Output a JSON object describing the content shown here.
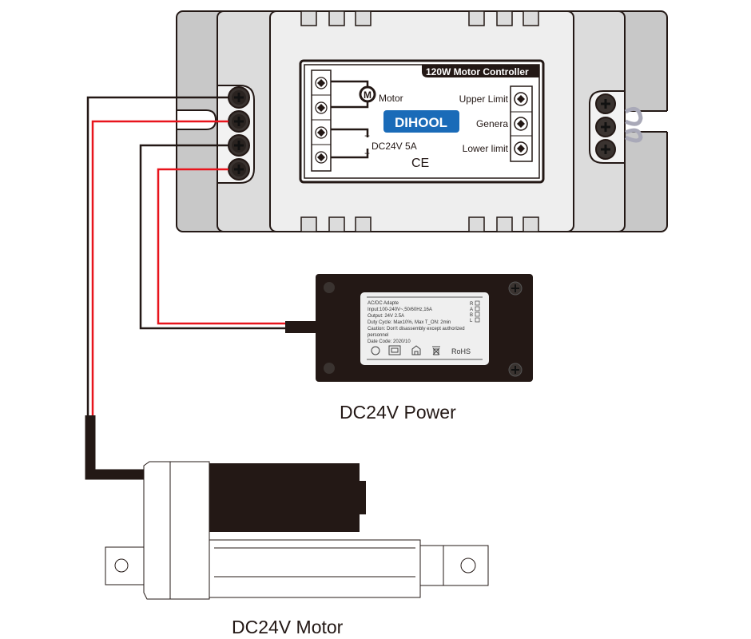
{
  "controller": {
    "title": "120W Motor Controller",
    "brand": "DIHOOL",
    "brand_color": "#1a6bb8",
    "motor_symbol": "M",
    "motor_label": "Motor",
    "power_label": "DC24V 5A",
    "minus_sign": "−",
    "plus_sign": "+",
    "ce_mark": "CE",
    "right_terminals": [
      "Upper Limit",
      "Genera",
      "Lower limit"
    ]
  },
  "power_supply": {
    "caption": "DC24V Power",
    "label_lines": [
      "AC/DC Adapte",
      "Input:100-240V~,50/60Hz,16A",
      "Output: 24V    2.5A",
      "Duty Cycle: Max10%, Max T_ON: 2min",
      "Caution: Don't disassembly except authorized",
      "personnel",
      "Date Code: 2020/10"
    ],
    "checkbox_letters": [
      "R",
      "A",
      "B",
      "L"
    ],
    "rohs": "RoHS"
  },
  "motor": {
    "caption": "DC24V Motor"
  },
  "colors": {
    "wire_red": "#e8141c",
    "wire_black": "#231815",
    "body_dark": "#231815",
    "panel_light": "#eeeeee",
    "panel_mid": "#dcdcdc",
    "panel_dark": "#c8c8c8"
  }
}
